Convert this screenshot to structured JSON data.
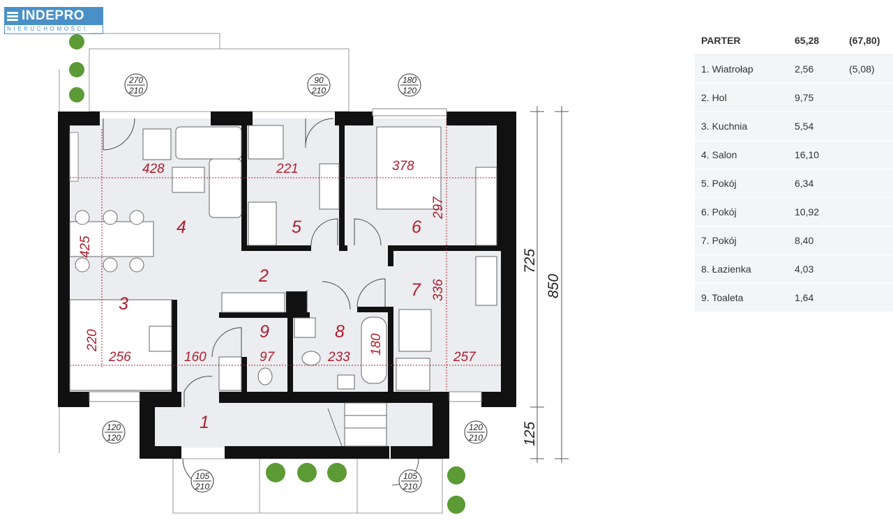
{
  "logo": {
    "brand": "INDEPRO",
    "sub": "NIERUCHOMOŚCI"
  },
  "table": {
    "header": {
      "name": "PARTER",
      "area": "65,28",
      "alt": "(67,80)"
    },
    "rows": [
      {
        "name": "1. Wiatrołap",
        "area": "2,56",
        "alt": "(5,08)"
      },
      {
        "name": "2. Hol",
        "area": "9,75",
        "alt": ""
      },
      {
        "name": "3. Kuchnia",
        "area": "5,54",
        "alt": ""
      },
      {
        "name": "4. Salon",
        "area": "16,10",
        "alt": ""
      },
      {
        "name": "5. Pokój",
        "area": "6,34",
        "alt": ""
      },
      {
        "name": "6. Pokój",
        "area": "10,92",
        "alt": ""
      },
      {
        "name": "7. Pokój",
        "area": "8,40",
        "alt": ""
      },
      {
        "name": "8. Łazienka",
        "area": "4,03",
        "alt": ""
      },
      {
        "name": "9. Toaleta",
        "area": "1,64",
        "alt": ""
      }
    ]
  },
  "plan": {
    "rooms": {
      "r1": "1",
      "r2": "2",
      "r3": "3",
      "r4": "4",
      "r5": "5",
      "r6": "6",
      "r7": "7",
      "r8": "8",
      "r9": "9"
    },
    "dims": {
      "d428": "428",
      "d221": "221",
      "d378": "378",
      "d297": "297",
      "d425": "425",
      "d336": "336",
      "d220": "220",
      "d256": "256",
      "d160": "160",
      "d97": "97",
      "d233": "233",
      "d180": "180",
      "d257": "257",
      "d725": "725",
      "d850": "850",
      "d125": "125"
    },
    "openings": [
      {
        "top": "270",
        "bottom": "210"
      },
      {
        "top": "90",
        "bottom": "210"
      },
      {
        "top": "180",
        "bottom": "120"
      },
      {
        "top": "120",
        "bottom": "120"
      },
      {
        "top": "120",
        "bottom": "210"
      },
      {
        "top": "105",
        "bottom": "210"
      },
      {
        "top": "105",
        "bottom": "210"
      }
    ]
  }
}
